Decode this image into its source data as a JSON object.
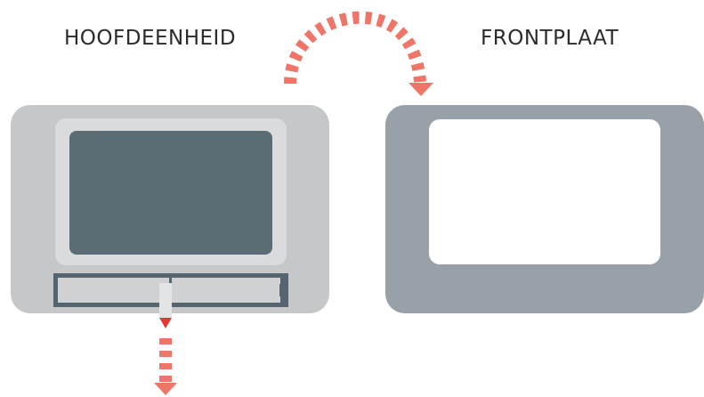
{
  "labels": {
    "main_unit": "HOOFDEENHEID",
    "front_panel": "FRONTPLAAT"
  },
  "colors": {
    "main_unit_body": "#c6c7c9",
    "main_unit_bezel": "#d9dbdd",
    "main_unit_screen": "#5b6c75",
    "main_unit_slot": "#54656f",
    "main_unit_slot_inner": "#cfd1d3",
    "front_panel_body": "#98a1a8",
    "front_panel_window": "#ffffff",
    "arrow": "#ef7568",
    "release_tab": "#e2e4e6",
    "release_tab_tip": "#e53935"
  },
  "icons": {
    "move_arrow": "curved-arrow-dashed",
    "pull_arrow": "down-arrow-dashed"
  }
}
